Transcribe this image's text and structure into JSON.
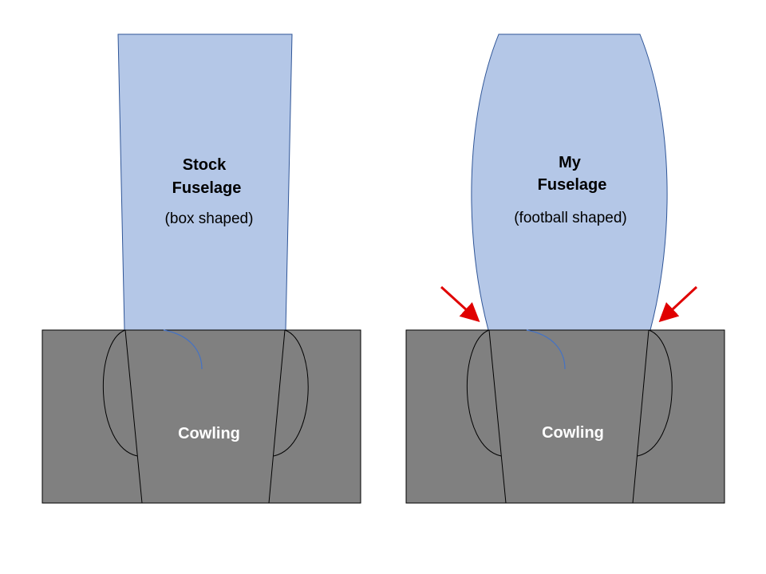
{
  "colors": {
    "fuselage_fill": "#b4c7e7",
    "fuselage_stroke": "#2f5597",
    "cowling_fill": "#808080",
    "line": "#000000",
    "arrow": "#e00000",
    "cowling_text": "#ffffff"
  },
  "left_panel": {
    "title_line1": "Stock",
    "title_line2": "Fuselage",
    "subtitle": "(box shaped)",
    "cowling_label": "Cowling"
  },
  "right_panel": {
    "title_line1": "My",
    "title_line2": "Fuselage",
    "subtitle": "(football shaped)",
    "cowling_label": "Cowling"
  }
}
